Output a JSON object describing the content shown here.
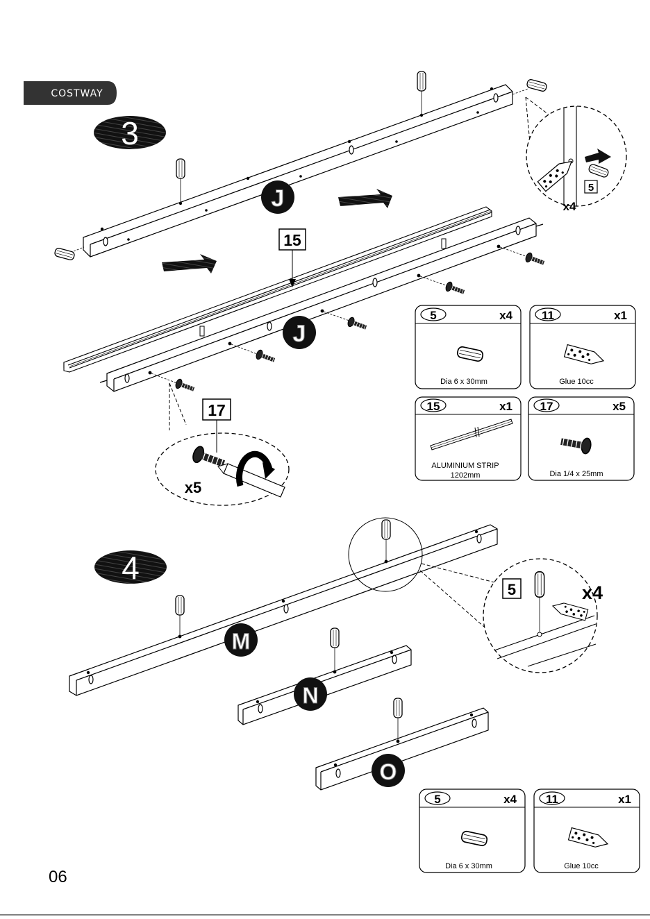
{
  "brand": "COSTWAY",
  "page_number": "06",
  "step3": {
    "number": "3",
    "part_labels": [
      "J",
      "J"
    ],
    "callout_aluminium": "15",
    "callout_screw": "17",
    "dowel_detail": {
      "part": "5",
      "qty": "x4"
    },
    "screw_detail_qty": "x5",
    "parts": [
      {
        "id": "5",
        "qty": "x4",
        "desc": "Dia 6 x 30mm"
      },
      {
        "id": "11",
        "qty": "x1",
        "desc": "Glue 10cc"
      },
      {
        "id": "15",
        "qty": "x1",
        "desc": "ALUMINIUM STRIP",
        "desc2": "1202mm"
      },
      {
        "id": "17",
        "qty": "x5",
        "desc": "Dia 1/4 x 25mm"
      }
    ]
  },
  "step4": {
    "number": "4",
    "part_labels": [
      "M",
      "N",
      "O"
    ],
    "dowel_detail": {
      "part": "5",
      "qty": "x4"
    },
    "parts": [
      {
        "id": "5",
        "qty": "x4",
        "desc": "Dia 6 x 30mm"
      },
      {
        "id": "11",
        "qty": "x1",
        "desc": "Glue 10cc"
      }
    ]
  }
}
